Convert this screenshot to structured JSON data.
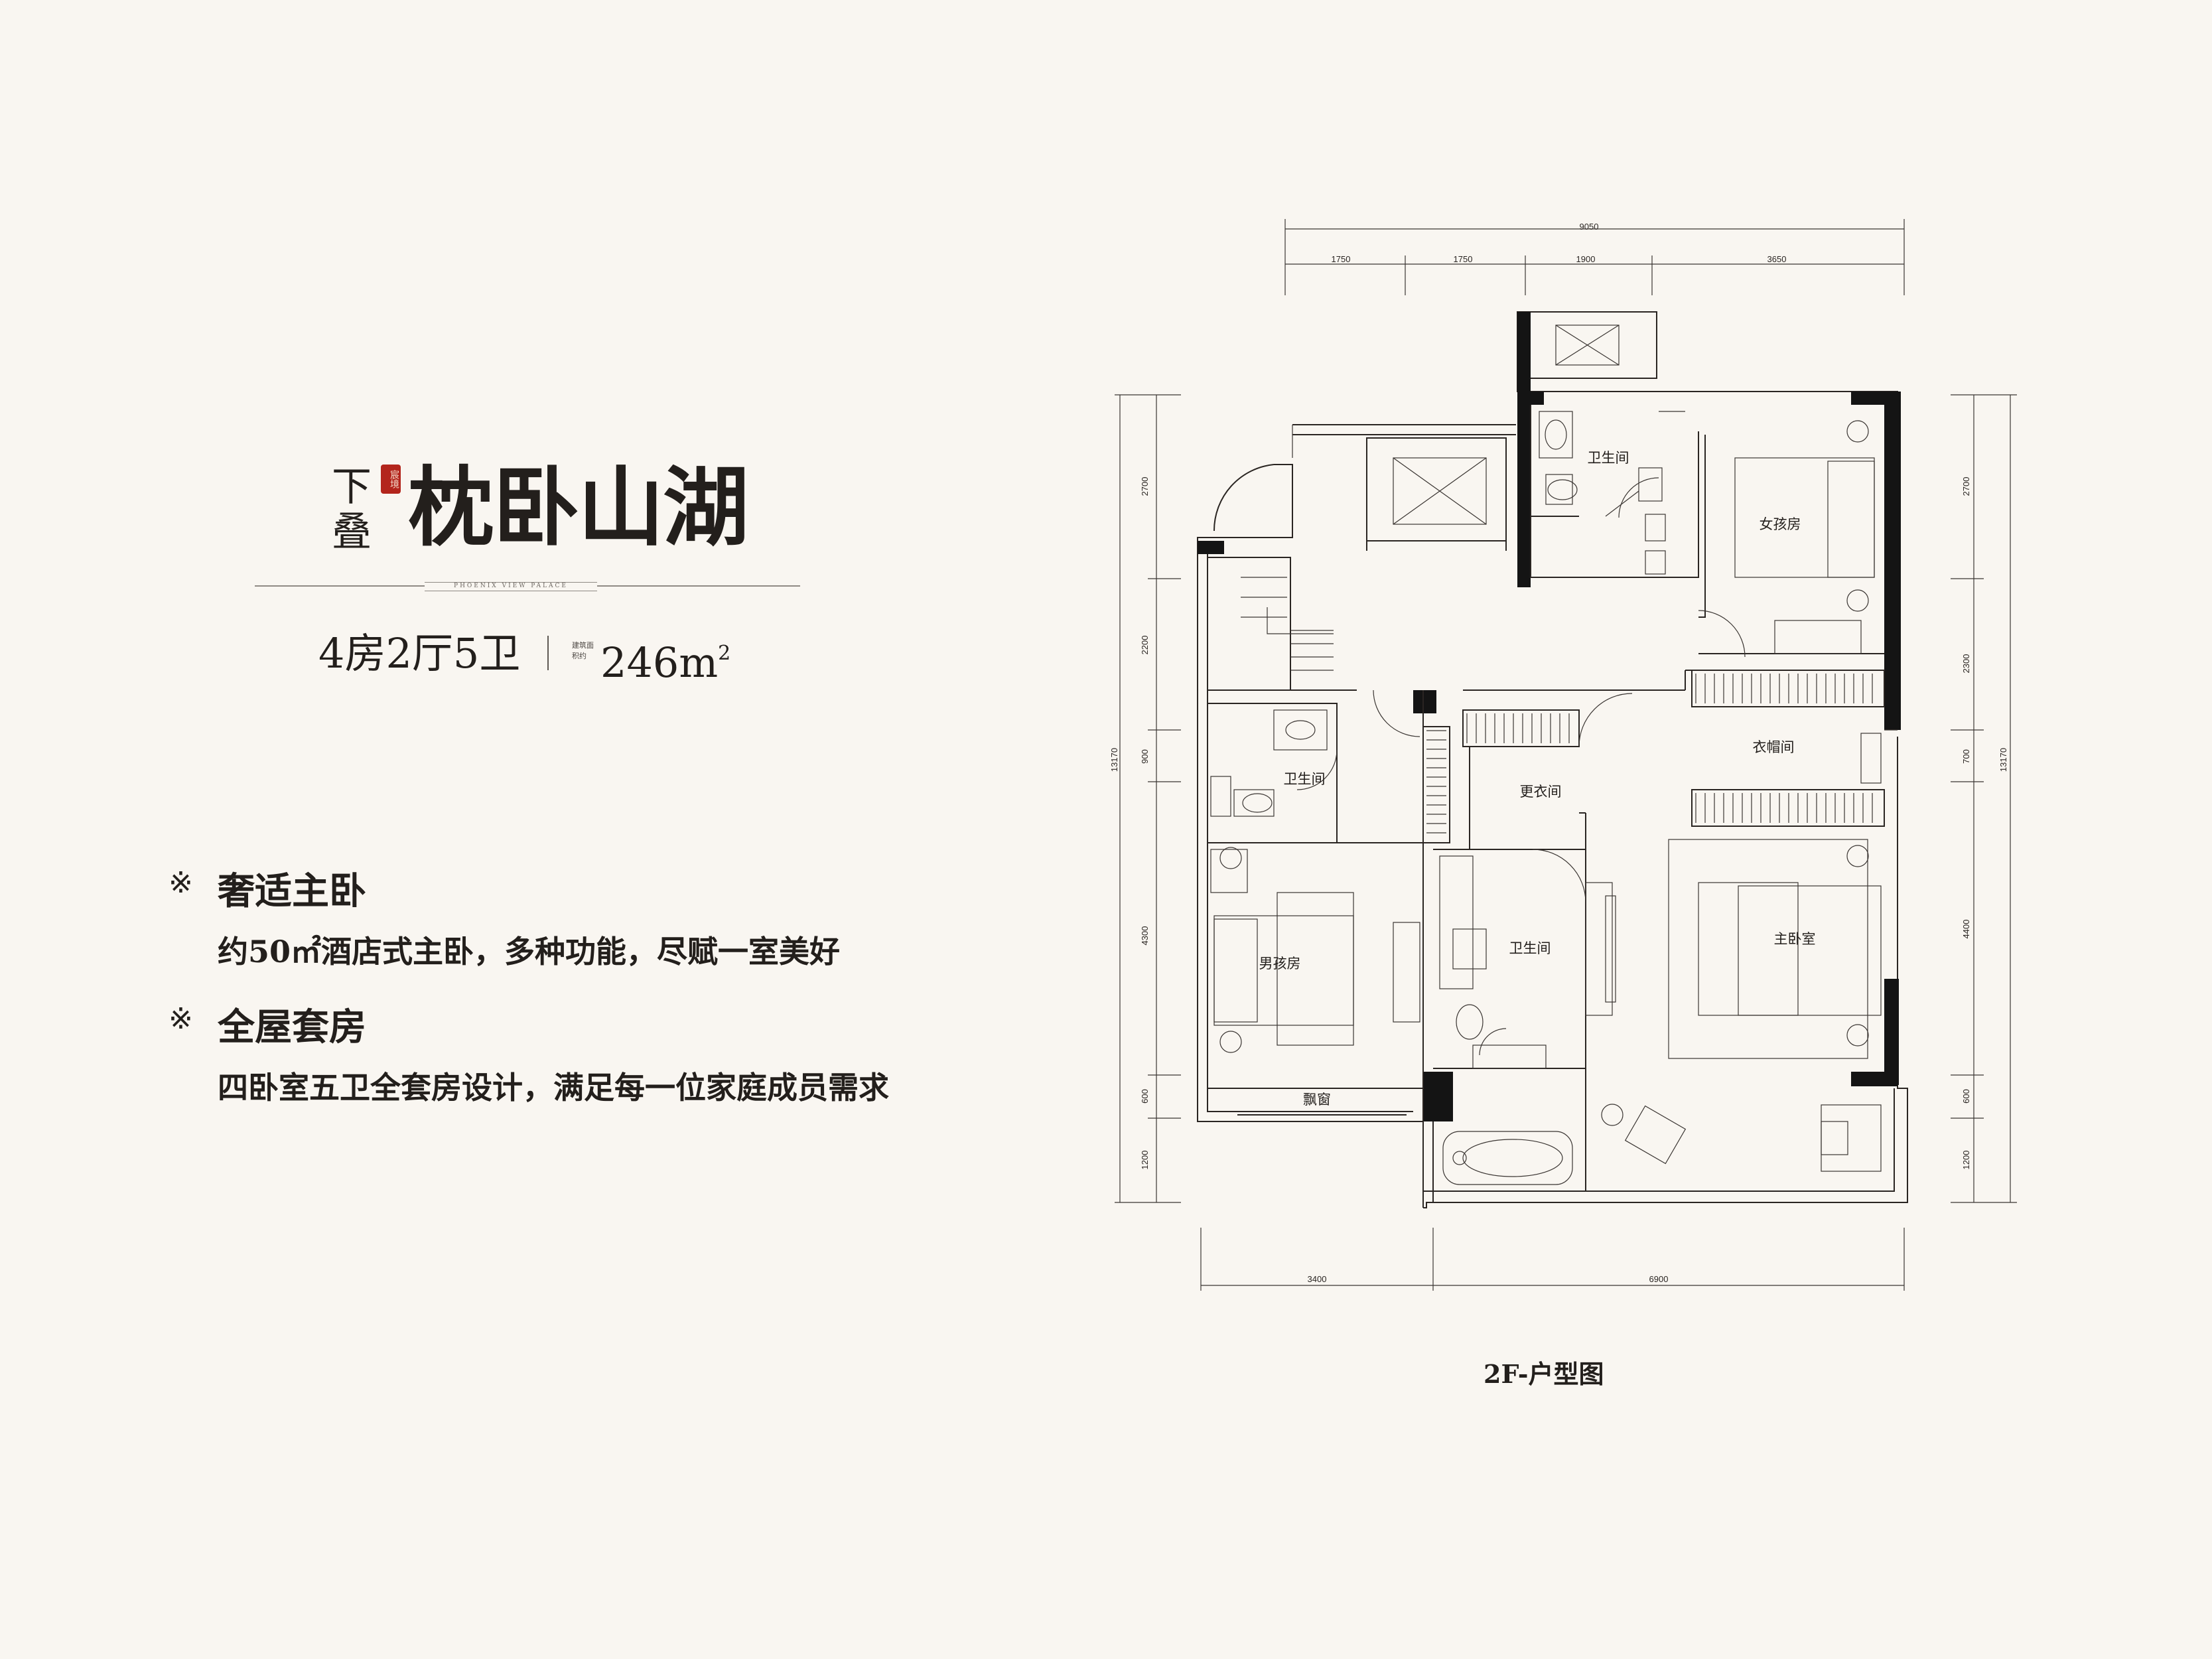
{
  "header": {
    "type_small": "下叠",
    "seal_text": "宸境",
    "title": "枕卧山湖",
    "brand": "PHOENIX VIEW PALACE",
    "layout": "4房2厅5卫",
    "area_label": "建筑面积约",
    "area_value": "246m",
    "area_sup": "2"
  },
  "features": [
    {
      "mark": "※",
      "title": "奢适主卧",
      "desc": "约50㎡酒店式主卧，多种功能，尽赋一室美好"
    },
    {
      "mark": "※",
      "title": "全屋套房",
      "desc": "四卧室五卫全套房设计，满足每一位家庭成员需求"
    }
  ],
  "plan": {
    "caption": "2F-户型图",
    "top_dims": {
      "total": "9050",
      "segments": [
        "1750",
        "1750",
        "1900",
        "3650"
      ]
    },
    "bottom_dims": [
      "3400",
      "6900"
    ],
    "left_dims": {
      "total": "13170",
      "segments": [
        "2700",
        "2200",
        "900",
        "4300",
        "600",
        "1200"
      ]
    },
    "right_dims": {
      "total": "13170",
      "segments": [
        "2700",
        "2300",
        "700",
        "4400",
        "600",
        "1200"
      ]
    },
    "rooms": {
      "bath_top": "卫生间",
      "girl_room": "女孩房",
      "bath_left": "卫生间",
      "closet": "衣帽间",
      "dressing": "更衣间",
      "bath_center": "卫生间",
      "master": "主卧室",
      "boy_room": "男孩房",
      "bay_window": "飘窗"
    }
  }
}
